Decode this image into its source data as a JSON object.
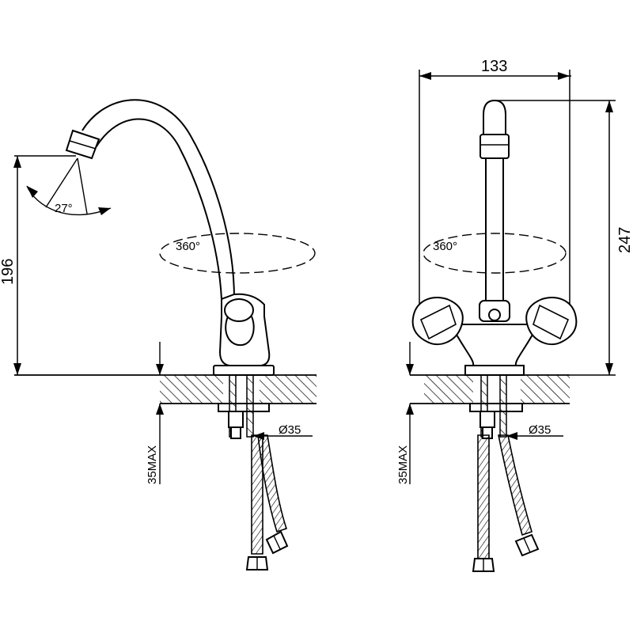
{
  "side_view": {
    "angle_label": "27°",
    "rotation_label": "360°",
    "height_label": "196",
    "diameter_label": "Ø35",
    "max_thickness_label": "35MAX"
  },
  "front_view": {
    "width_label": "133",
    "height_label": "247",
    "rotation_label": "360°",
    "diameter_label": "Ø35",
    "max_thickness_label": "35MAX"
  }
}
